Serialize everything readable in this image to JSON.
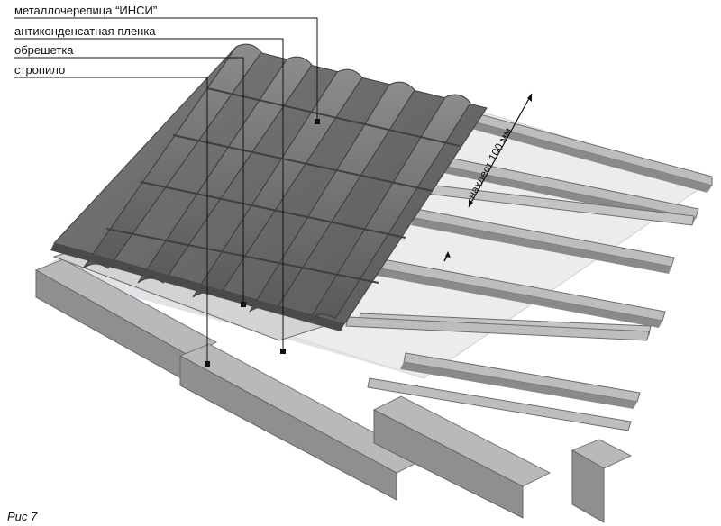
{
  "labels": {
    "tile": "металлочерепица “ИНСИ”",
    "membrane": "антиконденсатная пленка",
    "batten": "обрешетка",
    "rafter": "стропило"
  },
  "overlap_note": "нахлест 100 мм",
  "figure_caption": "Рис 7",
  "colors": {
    "tile": "#6e6e6e",
    "tile_dark": "#4a4a4a",
    "steel": "#a9a9a9",
    "film": "#e9eaec",
    "leader": "#111111"
  }
}
